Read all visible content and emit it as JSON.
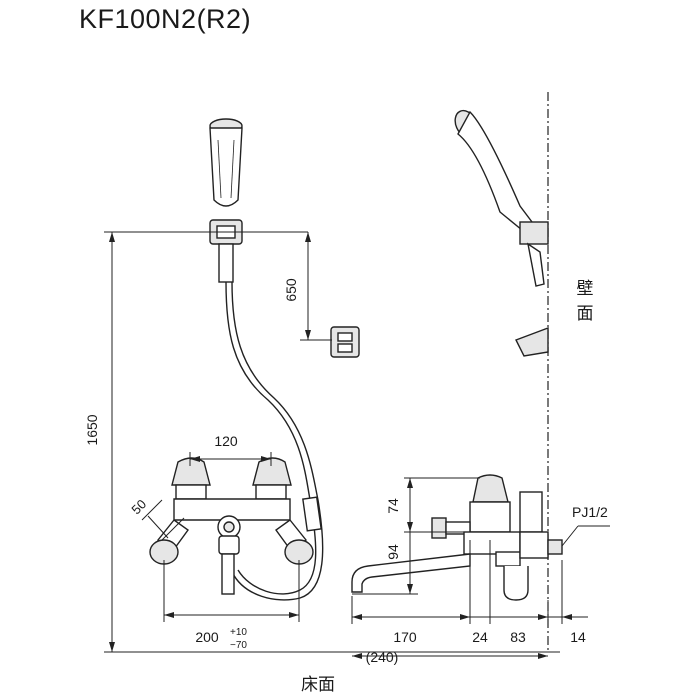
{
  "title": "KF100N2(R2)",
  "labels": {
    "wall_char1": "壁",
    "wall_char2": "面",
    "floor": "床面",
    "thread": "PJ1/2"
  },
  "dimensions": {
    "height_1650": "1650",
    "height_650": "650",
    "spacing_120": "120",
    "angle_50": "50",
    "width_200": "200",
    "tol_plus": "+10",
    "tol_minus": "−70",
    "depth_170": "170",
    "depth_24": "24",
    "depth_83": "83",
    "depth_14": "14",
    "total_240": "(240)",
    "height_74": "74",
    "height_94": "94"
  }
}
